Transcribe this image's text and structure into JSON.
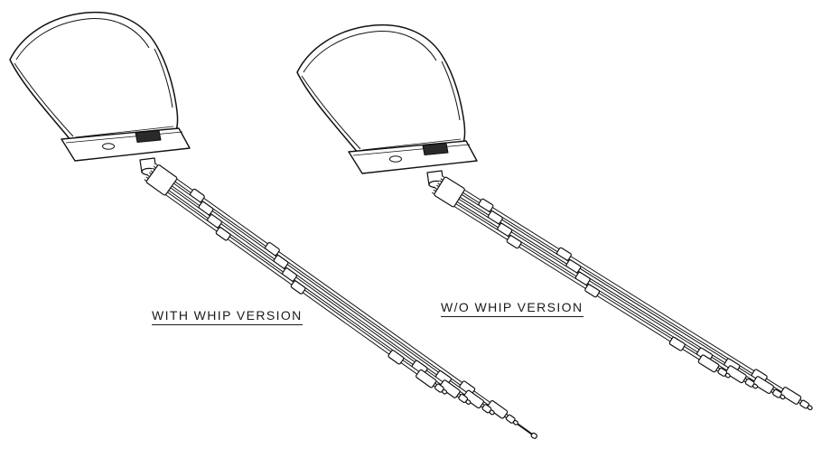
{
  "diagram": {
    "style": "black-and-white technical line drawing",
    "subject": "Shark-fin roof antenna with cable harness, two variants",
    "background_color": "#ffffff",
    "line_color": "#111111",
    "variants": [
      {
        "id": "with-whip",
        "label": "WITH WHIP VERSION"
      },
      {
        "id": "without-whip",
        "label": "W/O WHIP VERSION"
      }
    ]
  }
}
